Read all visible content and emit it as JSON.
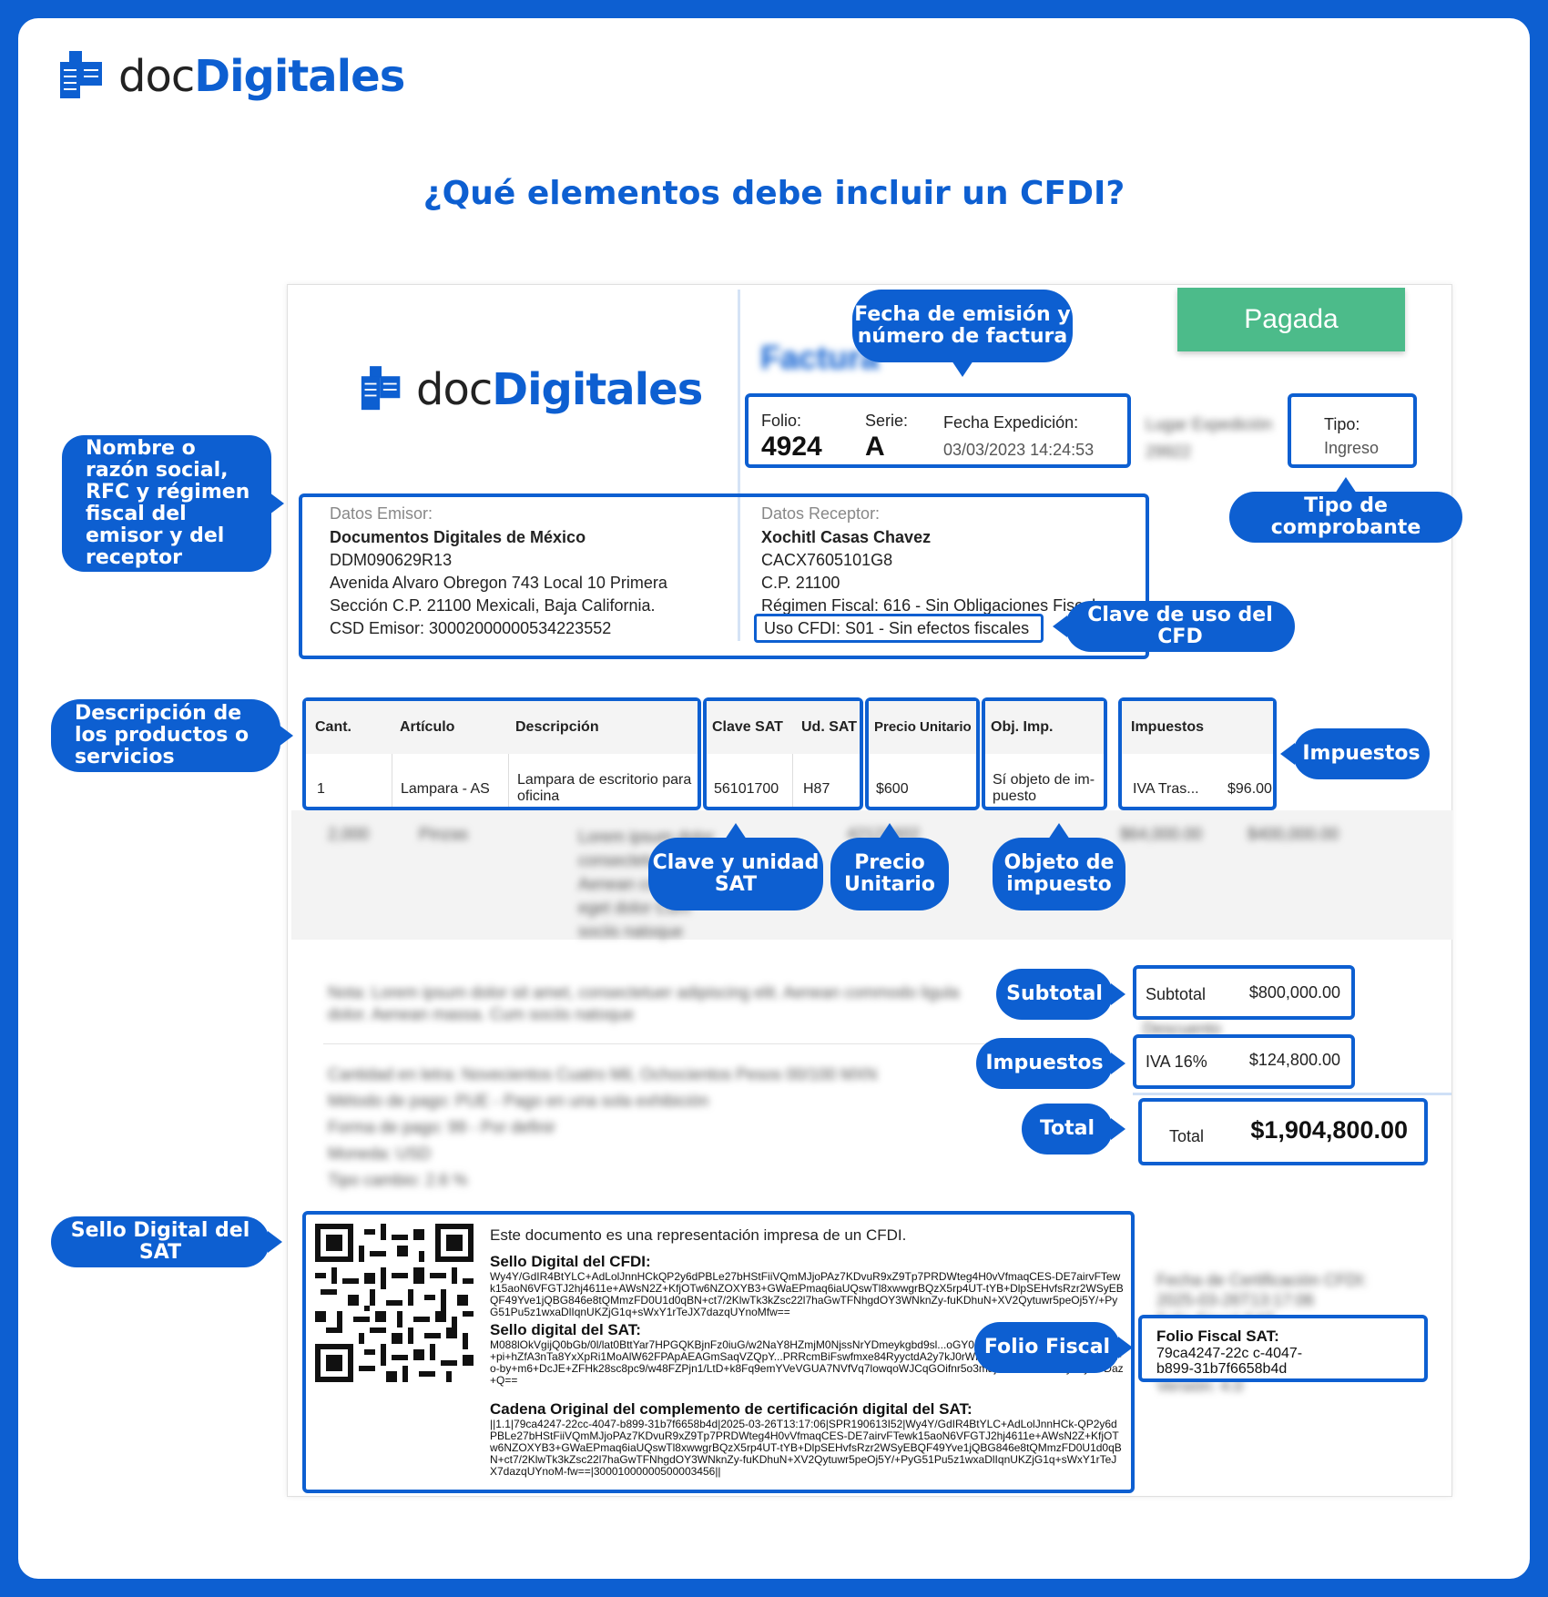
{
  "brand": {
    "prefix": "doc",
    "name": "Digitales"
  },
  "page_title": "¿Qué elementos debe incluir un CFDI?",
  "invoice": {
    "status": "Pagada",
    "heading": "Factura",
    "folio_label": "Folio:",
    "folio": "4924",
    "serie_label": "Serie:",
    "serie": "A",
    "fecha_label": "Fecha Expedición:",
    "fecha": "03/03/2023 14:24:53",
    "tipo_label": "Tipo:",
    "tipo": "Ingreso",
    "emisor": {
      "label": "Datos Emisor:",
      "name": "Documentos Digitales de México",
      "rfc": "DDM090629R13",
      "address1": "Avenida Alvaro Obregon 743 Local 10 Primera",
      "address2": "Sección C.P. 21100 Mexicali, Baja California.",
      "csd": "CSD Emisor: 30002000000534223552"
    },
    "receptor": {
      "label": "Datos Receptor:",
      "name": "Xochitl Casas Chavez",
      "rfc": "CACX7605101G8",
      "cp": "C.P. 21100",
      "regimen": "Régimen Fiscal: 616 - Sin Obligaciones Fiscales",
      "uso": "Uso CFDI: S01 - Sin efectos fiscales"
    },
    "table": {
      "headers": {
        "cant": "Cant.",
        "articulo": "Artículo",
        "descripcion": "Descripción",
        "clave": "Clave SAT",
        "ud": "Ud. SAT",
        "precio": "Precio Unitario",
        "obj": "Obj. Imp.",
        "impuestos": "Impuestos"
      },
      "row": {
        "cant": "1",
        "articulo": "Lampara - AS",
        "descripcion": "Lampara de escritorio para oficina",
        "clave": "56101700",
        "ud": "H87",
        "precio": "$600",
        "obj": "Sí objeto de im-puesto",
        "imp_name": "IVA Tras...",
        "imp_value": "$96.00"
      }
    },
    "totals": {
      "subtotal_label": "Subtotal",
      "subtotal": "$800,000.00",
      "iva_label": "IVA 16%",
      "iva": "$124,800.00",
      "total_label": "Total",
      "total": "$1,904,800.00"
    },
    "sat": {
      "intro": "Este documento es una representación impresa de un CFDI.",
      "sello_cfdi_title": "Sello Digital del CFDI:",
      "sello_cfdi": "Wy4Y/GdIR4BtYLC+AdLolJnnHCkQP2y6dPBLe27bHStFiiVQmMJjoPAz7KDvuR9xZ9Tp7PRDWteg4H0vVfmaqCES-DE7airvFTewk15aoN6VFGTJ2hj4611e+AWsN2Z+KfjOTw6NZOXYB3+GWaEPmaq6iaUQswTl8xwwgrBQzX5rp4UT-tYB+DlpSEHvfsRzr2WSyEBQF49Yve1jQBG846e8tQMmzFD0U1d0qBN+ct7/2KlwTk3kZsc22l7haGwTFNhgdOY3WNknZy-fuKDhuN+XV2Qytuwr5peOj5Y/+PyG51Pu5z1wxaDlIqnUKZjG1q+sWxY1rTeJX7dazqUYnoMfw==",
      "sello_sat_title": "Sello digital del SAT:",
      "sello_sat": "M088lOkVgijQ0bGb/0l/lat0BttYar7HPGQKBjnFz0iuG/w2NaY8HZmjM0NjssNrYDmeykgbd9sl...oGY0GFvQy2BF4l4oafmpgMZ2HN+pi+hZfA3nTa8YxXpRi1MoAlW62FPApAEAGmSaqVZQpY...PRRcmBiFswfmxe84RyyctdA2y7kJ0rWNVD0yMs9eeGsyPilYCKjhlYFo-by+m6+DcJE+ZFHk28sc8pc9/w48FZPjn1/LtD+k8Fq9emYVeVGUA7NVfVq7lowqoWJCqGOifnr5o3majtK6a/o6eN-RFy4dy3ODaz+Q==",
      "cadena_title": "Cadena Original del complemento de certificación digital del SAT:",
      "cadena": "||1.1|79ca4247-22cc-4047-b899-31b7f6658b4d|2025-03-26T13:17:06|SPR190613I52|Wy4Y/GdIR4BtYLC+AdLolJnnHCk-QP2y6dPBLe27bHStFiiVQmMJjoPAz7KDvuR9xZ9Tp7PRDWteg4H0vVfmaqCES-DE7airvFTewk15aoN6VFGTJ2hj4611e+AWsN2Z+KfjOTw6NZOXYB3+GWaEPmaq6iaUQswTl8xwwgrBQzX5rp4UT-tYB+DlpSEHvfsRzr2WSyEBQF49Yve1jQBG846e8tQMmzFD0U1d0qBN+ct7/2KlwTk3kZsc22l7haGwTFNhgdOY3WNknZy-fuKDhuN+XV2Qytuwr5peOj5Y/+PyG51Pu5z1wxaDlIqnUKZjG1q+sWxY1rTeJX7dazqUYnoM-fw==|30001000000500003456||",
      "folio_fiscal_label": "Folio Fiscal SAT:",
      "folio_fiscal": "79ca4247-22c c-4047-b899-31b7f6658b4d"
    }
  },
  "callouts": {
    "fecha": "Fecha de emisión y número de factura",
    "emisor": "Nombre o razón social, RFC y régimen fiscal del emisor y del receptor",
    "tipo": "Tipo de comprobante",
    "uso": "Clave de uso del CFD",
    "productos": "Descripción de los productos o servicios",
    "impuestos": "Impuestos",
    "clave": "Clave y unidad SAT",
    "precio": "Precio Unitario",
    "objeto": "Objeto de impuesto",
    "subtotal": "Subtotal",
    "impuestos2": "Impuestos",
    "total": "Total",
    "sello": "Sello Digital del SAT",
    "folio_fiscal": "Folio Fiscal"
  },
  "colors": {
    "brand_blue": "#0d5fd1",
    "paid_green": "#4cbb8a"
  }
}
